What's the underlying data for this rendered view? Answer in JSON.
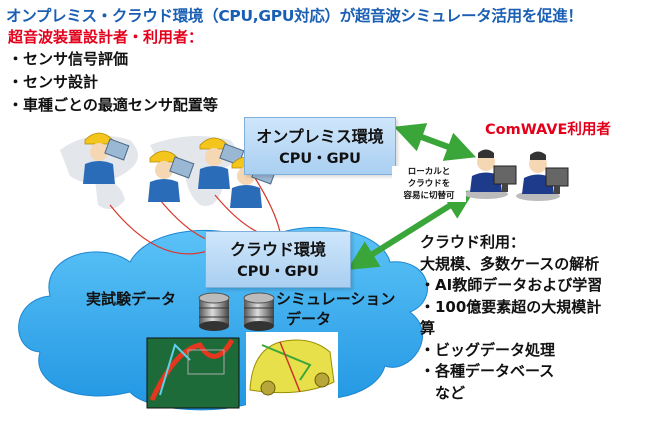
{
  "title": "オンプレミス・クラウド環境（CPU,GPU対応）が超音波シミュレータ活用を促進！",
  "subtitle": "超音波装置設計者・利用者：",
  "use_cases": [
    "・センサ信号評価",
    "・センサ設計",
    "・車種ごとの最適センサ配置等"
  ],
  "onprem": {
    "title": "オンプレミス環境",
    "sub": "CPU・GPU"
  },
  "cloud_env": {
    "title": "クラウド環境",
    "sub": "CPU・GPU"
  },
  "comwave_users": "ComWAVE利用者",
  "switch_note": [
    "ローカルと",
    "クラウドを",
    "容易に切替可"
  ],
  "cloud_data": {
    "experiment": "実試験データ",
    "simulation_line1": "シミュレーション",
    "simulation_line2": "データ"
  },
  "cloud_use": {
    "heading": "クラウド利用：",
    "items": [
      "大規模、多数ケースの解析",
      "・AI教師データおよび学習",
      "・100億要素超の大規模計",
      "算",
      "・ビッグデータ処理",
      "・各種データベース",
      "　など"
    ]
  },
  "icons": [
    "world-map-background",
    "engineer-with-laptop-icon",
    "user-at-pc-icon",
    "database-icon",
    "double-arrow-icon",
    "simulation-image",
    "car-model-image"
  ],
  "colors": {
    "title_blue": "#1a5fb4",
    "accent_red": "#e4001b",
    "cloud_blue": "#1f9be6",
    "arrow_green": "#3aa63a"
  }
}
